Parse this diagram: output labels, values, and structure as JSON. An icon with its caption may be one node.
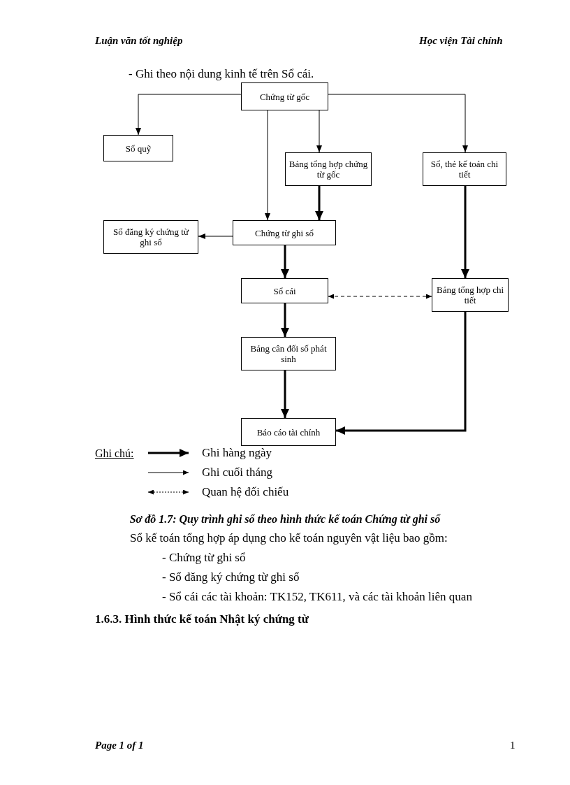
{
  "diagram": {
    "caption": "Sơ đồ 1.7: Quy trình ghi sổ theo hình thức kế toán Chứng từ ghi sổ",
    "nodes": [
      {
        "text": [
          "Chứng từ gốc"
        ]
      },
      {
        "text": [
          "Sổ quỹ"
        ]
      },
      {
        "text": [
          "Bảng tổng hợp chứng từ gốc"
        ]
      },
      {
        "text": [
          "Sổ, thẻ kế toán chi tiết"
        ]
      },
      {
        "text": [
          "Sổ đăng ký chứng từ ghi sổ"
        ]
      },
      {
        "text": [
          "Chứng từ ghi sổ"
        ]
      },
      {
        "text": [
          "Sổ cái"
        ]
      },
      {
        "text": [
          "Bảng tổng hợp chi tiết"
        ]
      },
      {
        "text": [
          "Bảng cân đối số phát sinh"
        ]
      },
      {
        "text": [
          "Báo cáo tài chính"
        ]
      }
    ],
    "edges": [
      {
        "from": 0,
        "to": 1,
        "arrow": "to"
      },
      {
        "from": 0,
        "to": 5,
        "arrow": "to"
      },
      {
        "from": 0,
        "to": 2,
        "arrow": "to"
      },
      {
        "from": 0,
        "to": 3,
        "arrow": "to"
      },
      {
        "from": 2,
        "to": 5,
        "arrow": "to",
        "style": "thick"
      },
      {
        "from": 5,
        "to": 4,
        "arrow": "to"
      },
      {
        "from": 5,
        "to": 6,
        "arrow": "to",
        "style": "thick"
      },
      {
        "from": 3,
        "to": 7,
        "arrow": "to",
        "style": "thick"
      },
      {
        "from": 6,
        "to": 7,
        "arrow": "both",
        "style": "dashed"
      },
      {
        "from": 6,
        "to": 8,
        "arrow": "to",
        "style": "thick"
      },
      {
        "from": 8,
        "to": 9,
        "arrow": "to",
        "style": "thick"
      },
      {
        "from": 7,
        "to": 9,
        "arrow": "to",
        "style": "thick"
      }
    ],
    "labels": [
      "Luận văn tốt nghiệp",
      "Học viện Tài chính",
      "- Ghi theo nội dung kinh tế trên Sổ cái.",
      "Ghi chú:",
      "Sổ kế toán tổng hợp áp dụng cho kế toán nguyên vật liệu bao gồm:",
      "- Chứng từ ghi sổ",
      "- Sổ đăng ký chứng từ ghi sổ",
      "- Sổ cái các tài khoản: TK152, TK611, và các tài khoản liên quan",
      "1.6.3. Hình thức kế toán Nhật ký chứng từ",
      "Page 1 of 1",
      "1"
    ],
    "legend": [
      {
        "text": "Ghi hàng ngày"
      },
      {
        "text": "Ghi cuối tháng"
      },
      {
        "text": "Quan hệ đối chiếu"
      }
    ]
  }
}
